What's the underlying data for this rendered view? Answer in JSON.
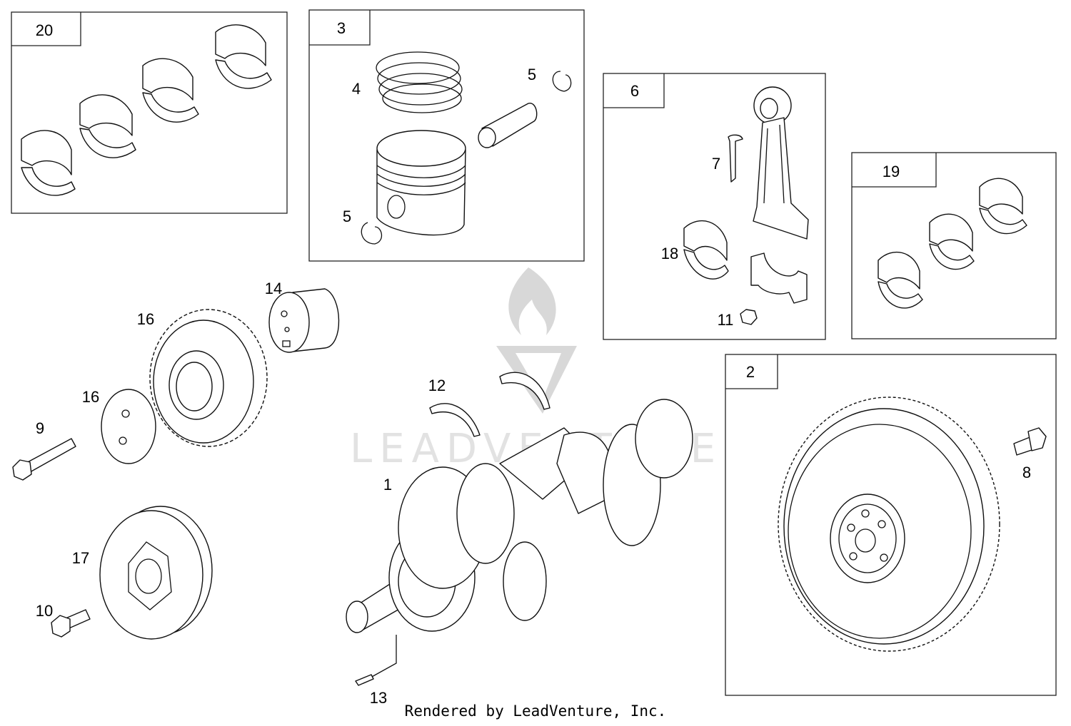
{
  "watermark": {
    "brand": "LEADVENTURE",
    "logo": "flame-v-logo"
  },
  "groups": [
    {
      "id": "20"
    },
    {
      "id": "3"
    },
    {
      "id": "6"
    },
    {
      "id": "19"
    },
    {
      "id": "2"
    }
  ],
  "callouts": {
    "c1": "1",
    "c2": "2",
    "c3": "3",
    "c4": "4",
    "c5a": "5",
    "c5b": "5",
    "c6": "6",
    "c7": "7",
    "c8": "8",
    "c9": "9",
    "c10": "10",
    "c11": "11",
    "c12": "12",
    "c13": "13",
    "c14": "14",
    "c16a": "16",
    "c16b": "16",
    "c17": "17",
    "c18": "18",
    "c19": "19",
    "c20": "20"
  },
  "footer": "Rendered by LeadVenture, Inc."
}
